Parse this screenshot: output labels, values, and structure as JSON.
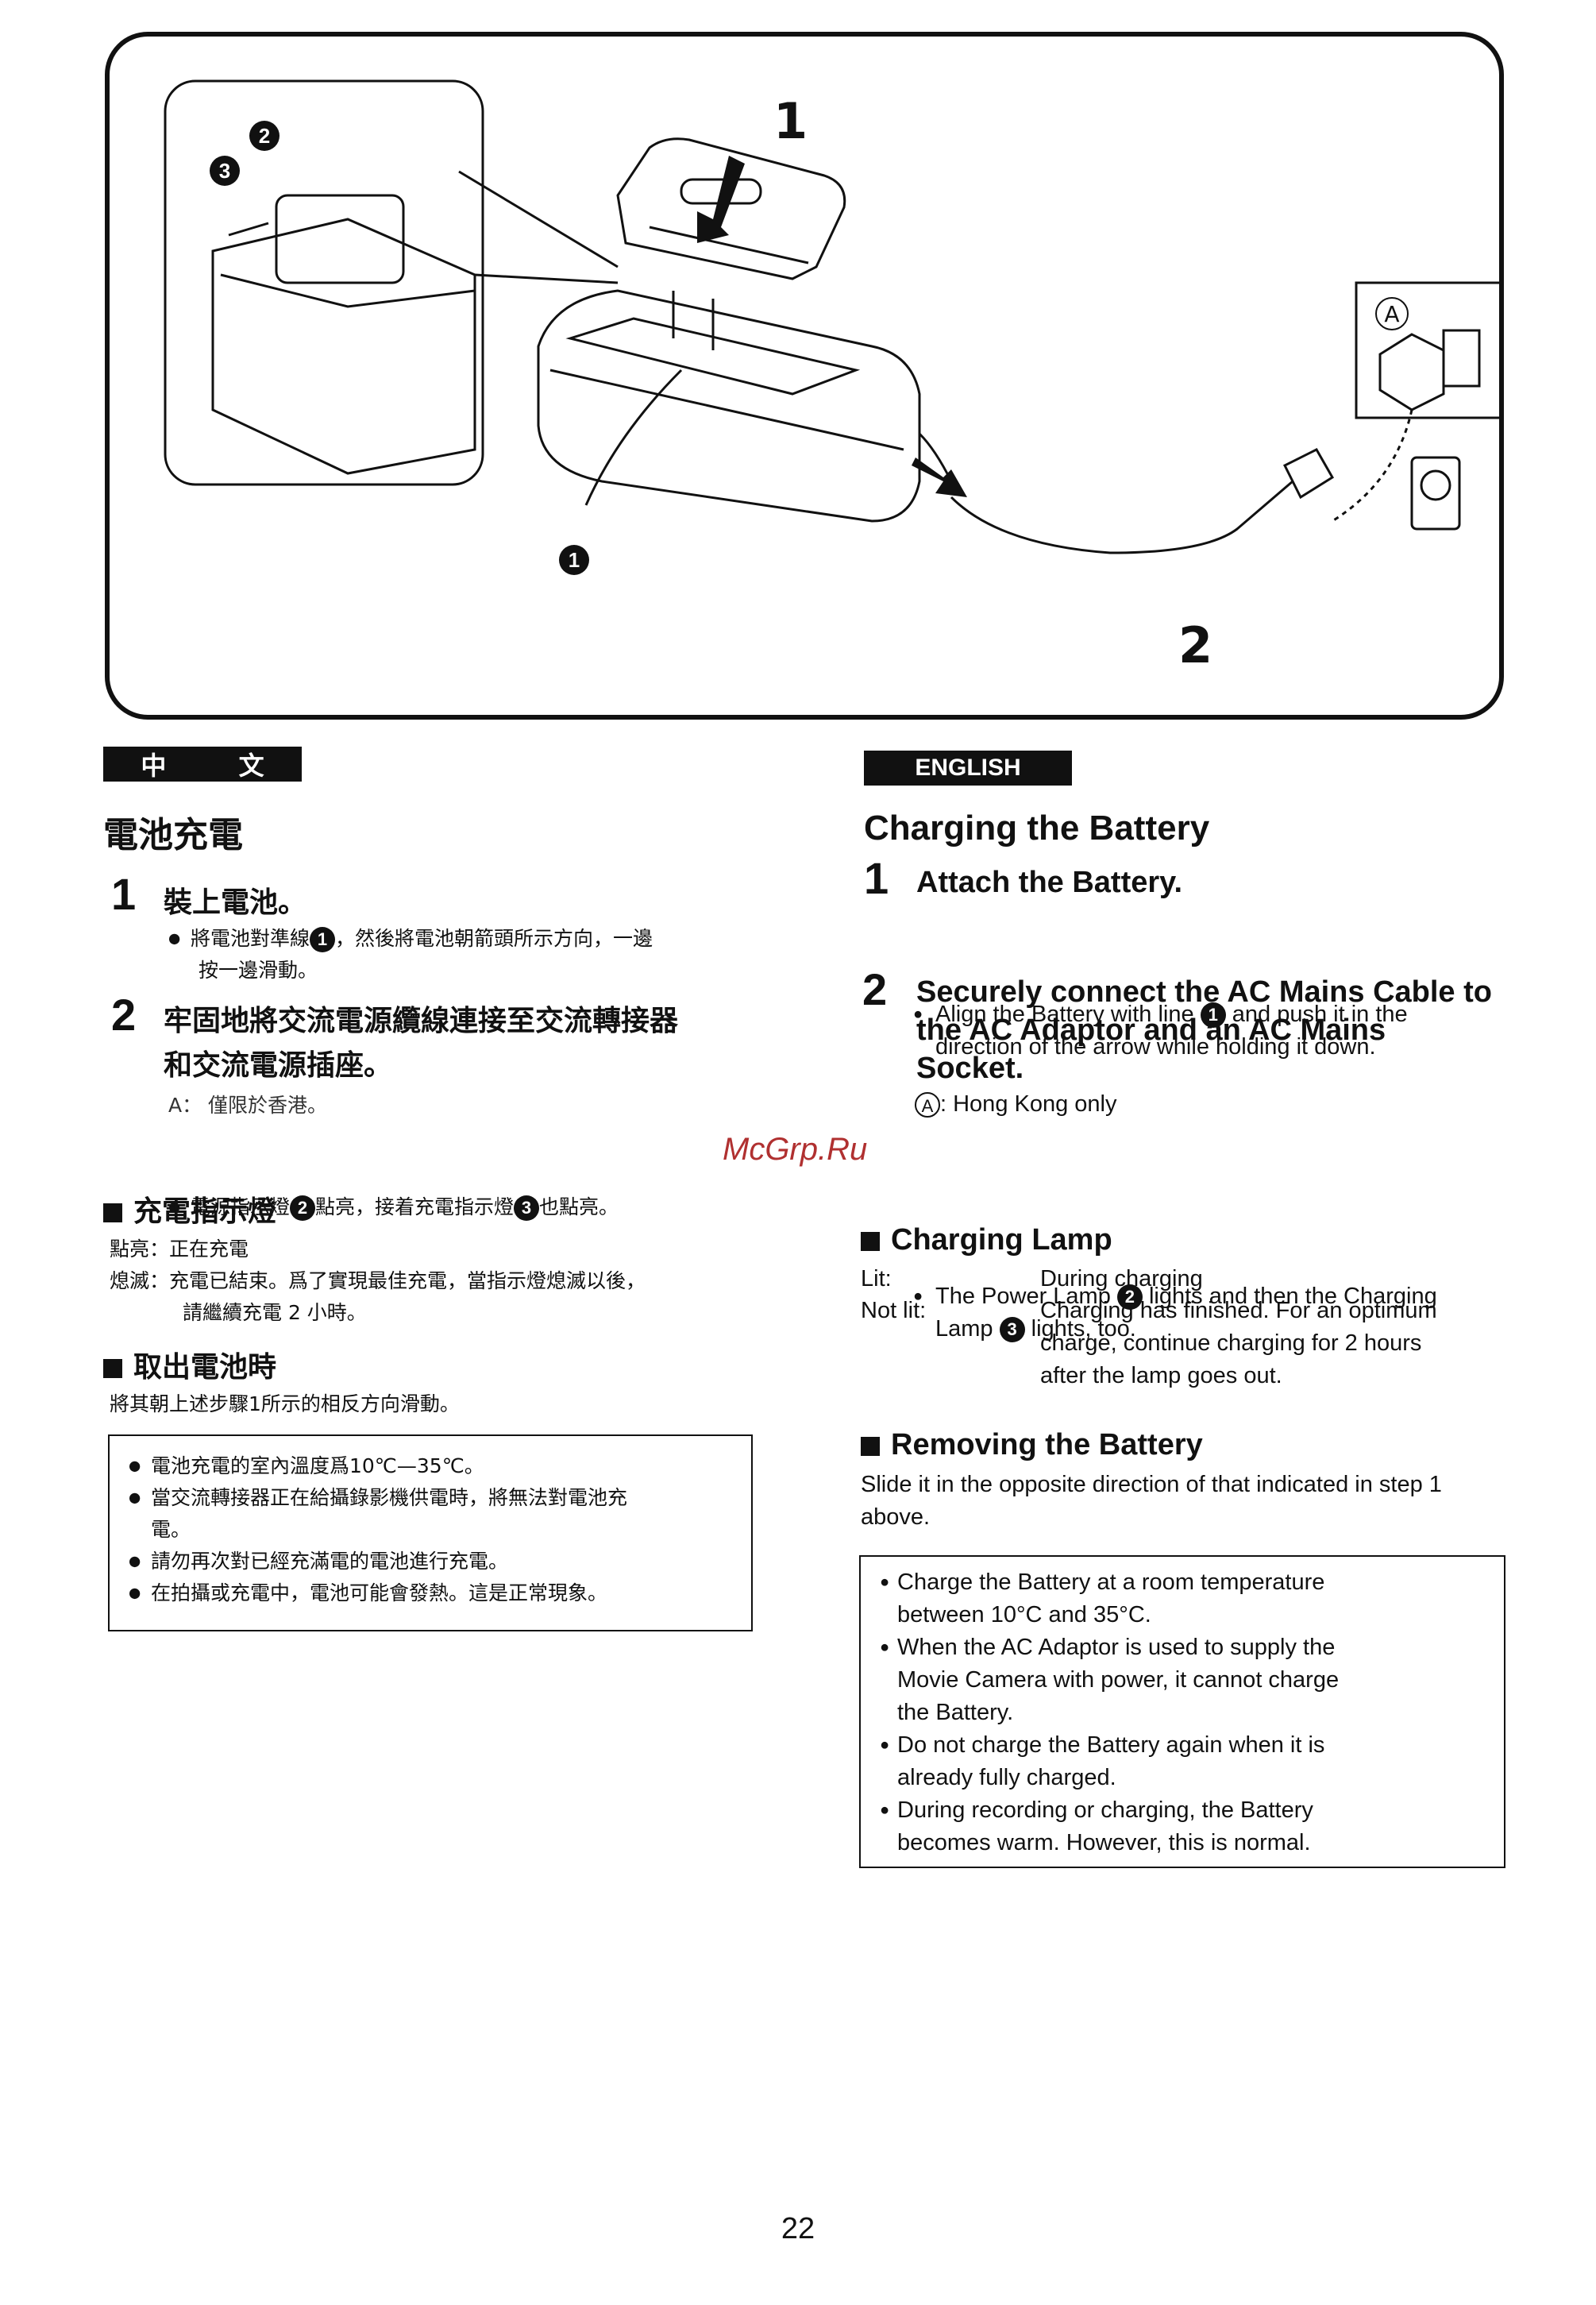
{
  "figure": {
    "callout_1": "1",
    "callout_2": "2",
    "callout_A": "A",
    "marker_1": "1",
    "marker_2": "2",
    "marker_3": "3"
  },
  "chinese": {
    "lang_label": "中 文",
    "title": "電池充電",
    "step1_num": "1",
    "step1_title": "裝上電池。",
    "step1_bullet_a": "將電池對準線",
    "step1_bullet_b": "，然後將電池朝箭頭所示方向，一邊",
    "step1_bullet_c": "按一邊滑動。",
    "step2_num": "2",
    "step2_title_l1": "牢固地將交流電源纜線連接至交流轉接器",
    "step2_title_l2": "和交流電源插座。",
    "step2_note": "A： 僅限於香港。",
    "step2_bullet_a": "電源指示燈",
    "step2_bullet_b": "點亮，接着充電指示燈",
    "step2_bullet_c": "也點亮。",
    "lamp_heading": "充電指示燈",
    "lamp_lit": "點亮：正在充電",
    "lamp_unlit_l1": "熄滅：充電已結束。爲了實現最佳充電，當指示燈熄滅以後，",
    "lamp_unlit_l2": "請繼續充電 2 小時。",
    "remove_heading": "取出電池時",
    "remove_text": "將其朝上述步驟1所示的相反方向滑動。",
    "notes": [
      "電池充電的室內溫度爲10℃—35℃。",
      "當交流轉接器正在給攝錄影機供電時，將無法對電池充",
      "電。",
      "請勿再次對已經充滿電的電池進行充電。",
      "在拍攝或充電中，電池可能會發熱。這是正常現象。"
    ]
  },
  "english": {
    "lang_label": "ENGLISH",
    "title": "Charging the Battery",
    "step1_num": "1",
    "step1_title": "Attach the Battery.",
    "step1_bullet_a": "Align the Battery with line",
    "step1_bullet_b": "and push it in the",
    "step1_bullet_c": "direction of the arrow while holding it down.",
    "step2_num": "2",
    "step2_title_l1": "Securely connect the AC Mains Cable to",
    "step2_title_l2": "the AC Adaptor and an AC Mains",
    "step2_title_l3": "Socket.",
    "step2_note_mark": "A",
    "step2_note": ": Hong Kong only",
    "step2_bullet_a": "The Power Lamp",
    "step2_bullet_b": "lights and then the Charging",
    "step2_bullet_c": "Lamp",
    "step2_bullet_d": "lights, too.",
    "lamp_heading": "Charging Lamp",
    "lamp_lit_label": "Lit:",
    "lamp_lit_value": "During charging",
    "lamp_notlit_label": "Not lit:",
    "lamp_notlit_l1": "Charging has finished. For an optimum",
    "lamp_notlit_l2": "charge, continue charging for 2 hours",
    "lamp_notlit_l3": "after the lamp goes out.",
    "remove_heading": "Removing the Battery",
    "remove_l1": "Slide it in the opposite direction of that indicated in step 1",
    "remove_l2": "above.",
    "notes": [
      [
        "Charge the Battery at a room temperature",
        "between 10°C and 35°C."
      ],
      [
        "When the AC Adaptor is used to supply the",
        "Movie Camera with power, it cannot charge",
        "the Battery."
      ],
      [
        "Do not charge the Battery again when it is",
        "already fully charged."
      ],
      [
        "During recording or charging, the Battery",
        "becomes warm. However, this is normal."
      ]
    ]
  },
  "watermark": "McGrp.Ru",
  "page_number": "22"
}
